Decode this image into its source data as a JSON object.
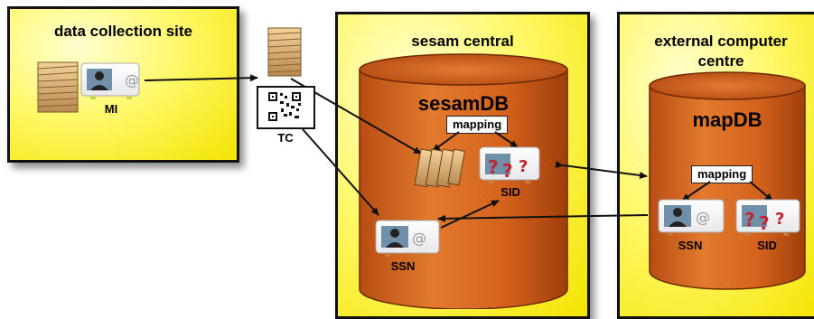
{
  "panels": {
    "collection": {
      "title": "data collection site",
      "mi_label": "MI"
    },
    "central": {
      "title": "sesam central",
      "db_title": "sesamDB",
      "mapping_label": "mapping",
      "sid_label": "SID",
      "ssn_label": "SSN"
    },
    "external": {
      "title_line1": "external computer",
      "title_line2": "centre",
      "db_title": "mapDB",
      "mapping_label": "mapping",
      "ssn_label": "SSN",
      "sid_label": "SID"
    }
  },
  "tc_label": "TC",
  "colors": {
    "panel_yellow": "#fff86a",
    "cylinder_orange": "#d9641a",
    "cylinder_dark": "#a8410c",
    "arrow": "#111111"
  }
}
